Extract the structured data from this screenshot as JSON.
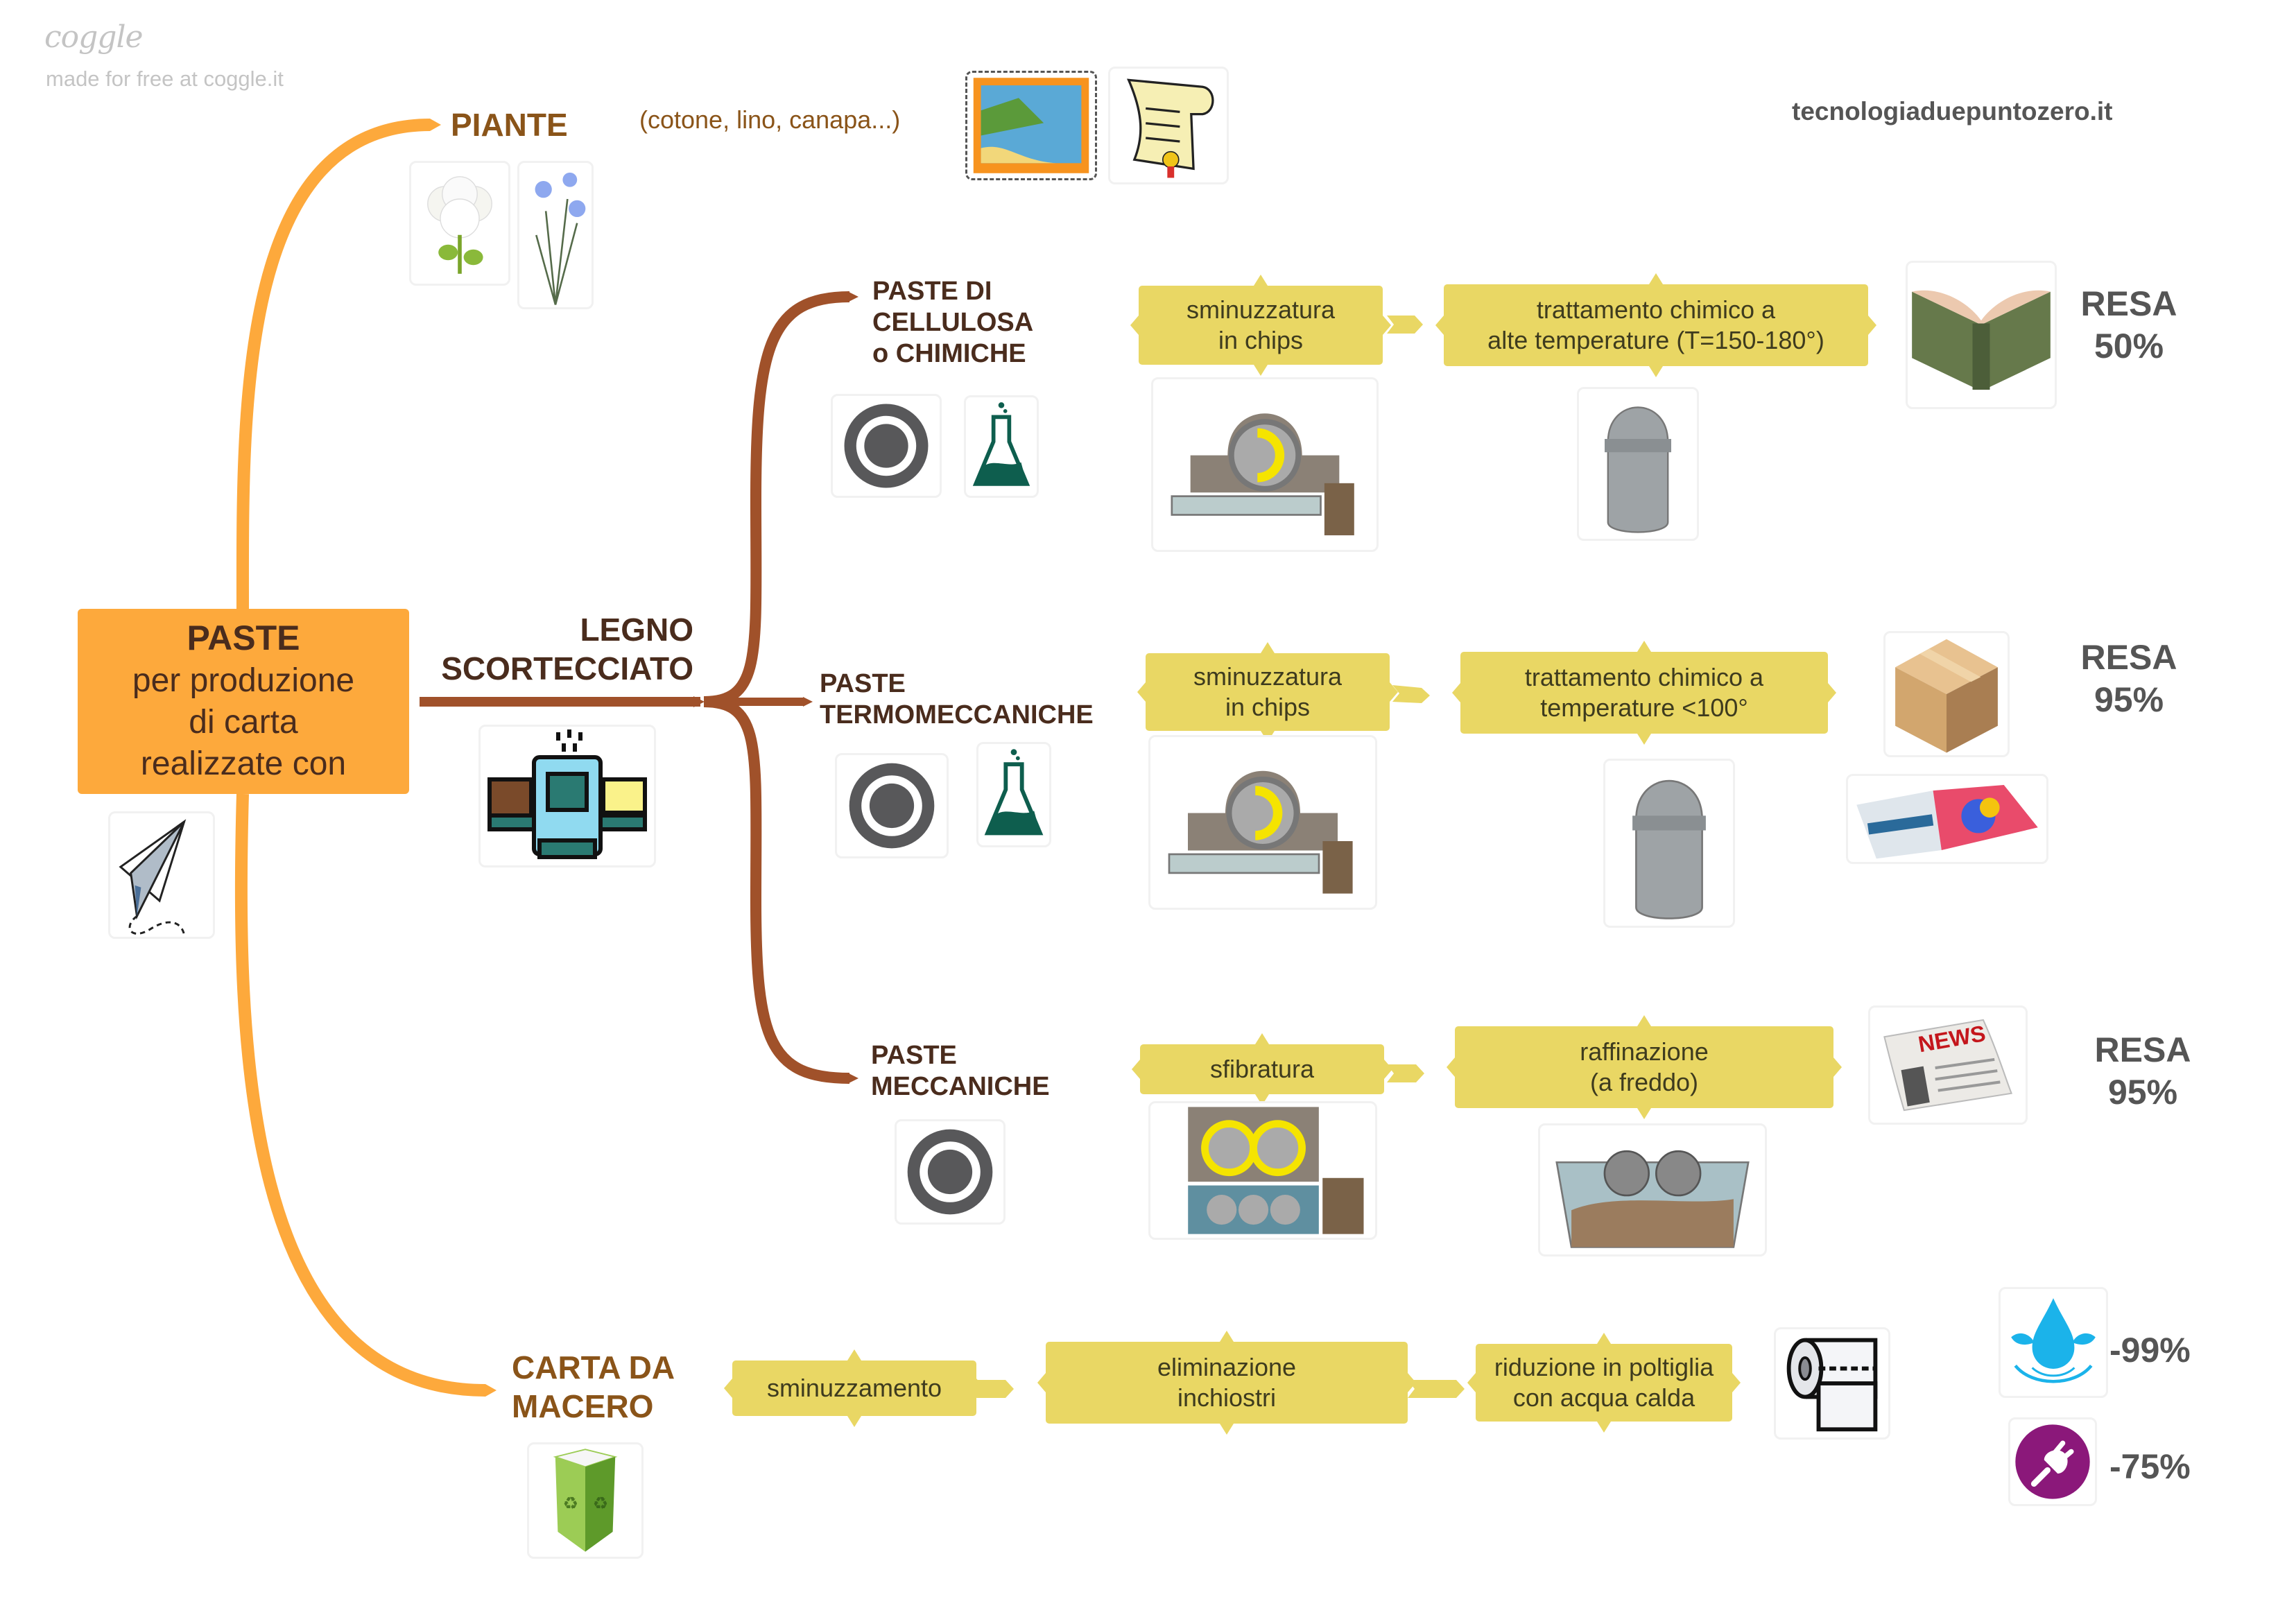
{
  "watermark": {
    "logo": "coggle",
    "tagline": "made for free at coggle.it"
  },
  "site": "tecnologiaduepuntozero.it",
  "colors": {
    "main_branch": "#fda93c",
    "wood_branch": "#a0512a",
    "step_fill": "#e9d764",
    "title_brown": "#8a5419",
    "title_dark": "#4a2c1d",
    "stat_gray": "#555555"
  },
  "root": {
    "title": "PASTE",
    "subtitle_lines": [
      "per produzione",
      "di carta",
      "realizzate con"
    ],
    "icon": "paper-plane-icon"
  },
  "piante": {
    "title": "PIANTE",
    "note": "(cotone, lino, canapa...)",
    "icons": [
      "cotton-plant-icon",
      "flax-plant-icon"
    ],
    "product_icons": [
      "postage-stamp-icon",
      "parchment-scroll-icon"
    ]
  },
  "legno": {
    "title_lines": [
      "LEGNO",
      "SCORTECCIATO"
    ],
    "icon": "debarking-machine-icon",
    "children": [
      {
        "title_lines": [
          "PASTE DI",
          "CELLULOSA",
          "o CHIMICHE"
        ],
        "icons": [
          "saw-blade-icon",
          "chemical-flask-icon"
        ],
        "steps": [
          {
            "lines": [
              "sminuzzatura",
              "in chips"
            ],
            "image": "chipper-machine-icon"
          },
          {
            "lines": [
              "trattamento chimico a",
              "alte temperature (T=150-180°)"
            ],
            "image": "digester-tank-icon"
          }
        ],
        "product_icons": [
          "book-icon"
        ],
        "resa_label": "RESA",
        "resa_value": "50%"
      },
      {
        "title_lines": [
          "PASTE",
          "TERMOMECCANICHE"
        ],
        "icons": [
          "saw-blade-icon",
          "chemical-flask-icon"
        ],
        "steps": [
          {
            "lines": [
              "sminuzzatura",
              "in chips"
            ],
            "image": "chipper-machine-icon"
          },
          {
            "lines": [
              "trattamento chimico a",
              "temperature <100°"
            ],
            "image": "digester-tank-icon"
          }
        ],
        "product_icons": [
          "cardboard-box-icon",
          "magazine-icon"
        ],
        "resa_label": "RESA",
        "resa_value": "95%"
      },
      {
        "title_lines": [
          "PASTE",
          "MECCANICHE"
        ],
        "icons": [
          "saw-blade-icon"
        ],
        "steps": [
          {
            "lines": [
              "sfibratura"
            ],
            "image": "grinder-machine-icon"
          },
          {
            "lines": [
              "raffinazione",
              "(a freddo)"
            ],
            "image": "refiner-machine-icon"
          }
        ],
        "product_icons": [
          "newspaper-icon"
        ],
        "resa_label": "RESA",
        "resa_value": "95%"
      }
    ]
  },
  "macero": {
    "title_lines": [
      "CARTA DA",
      "MACERO"
    ],
    "icon": "recycle-bin-icon",
    "steps": [
      {
        "lines": [
          "sminuzzamento"
        ]
      },
      {
        "lines": [
          "eliminazione",
          "inchiostri"
        ]
      },
      {
        "lines": [
          "riduzione in poltiglia",
          "con acqua calda"
        ]
      }
    ],
    "product_icons": [
      "toilet-paper-roll-icon"
    ],
    "savings": [
      {
        "icon": "water-drop-icon",
        "value": "-99%"
      },
      {
        "icon": "power-plug-icon",
        "value": "-75%"
      }
    ]
  },
  "newspaper_headline": "NEWS"
}
